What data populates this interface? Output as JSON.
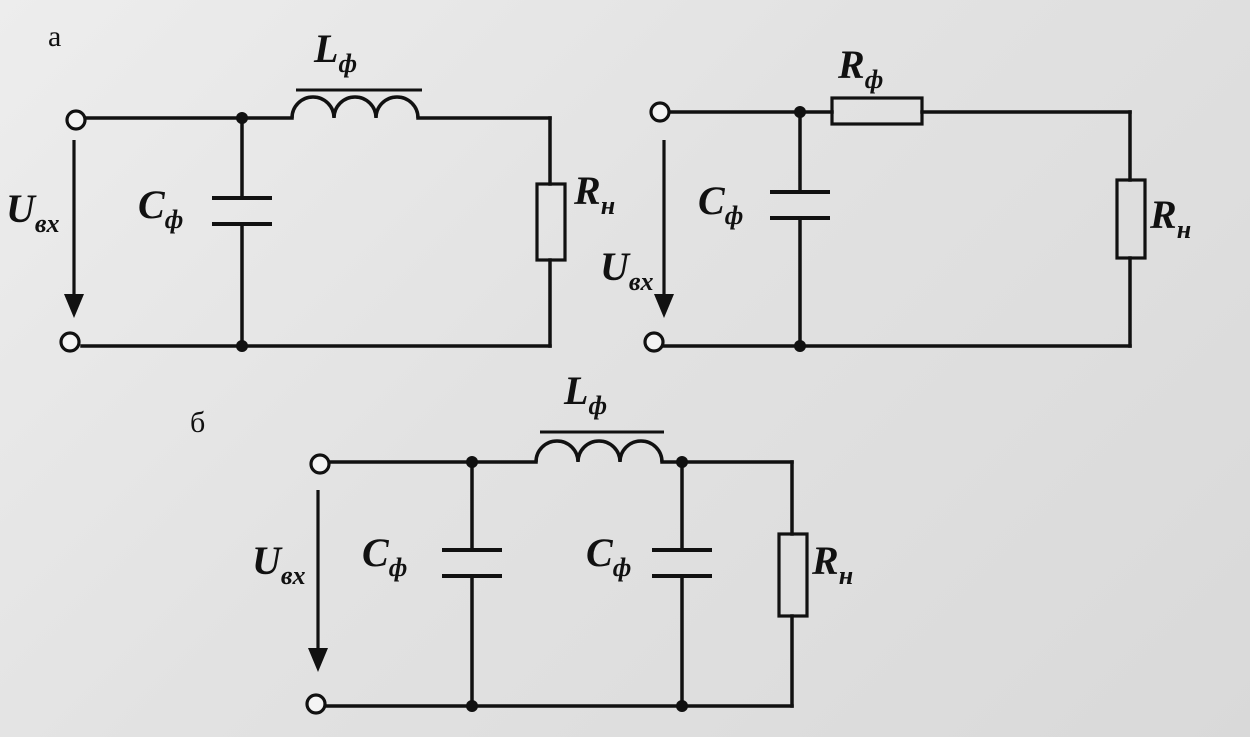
{
  "panels": {
    "a": "а",
    "b": "б"
  },
  "labels": {
    "u_in": {
      "main": "U",
      "sub": "вх"
    },
    "c_f": {
      "main": "C",
      "sub": "ф"
    },
    "l_f": {
      "main": "L",
      "sub": "ф"
    },
    "r_f": {
      "main": "R",
      "sub": "ф"
    },
    "r_load": {
      "main": "R",
      "sub": "н"
    }
  }
}
